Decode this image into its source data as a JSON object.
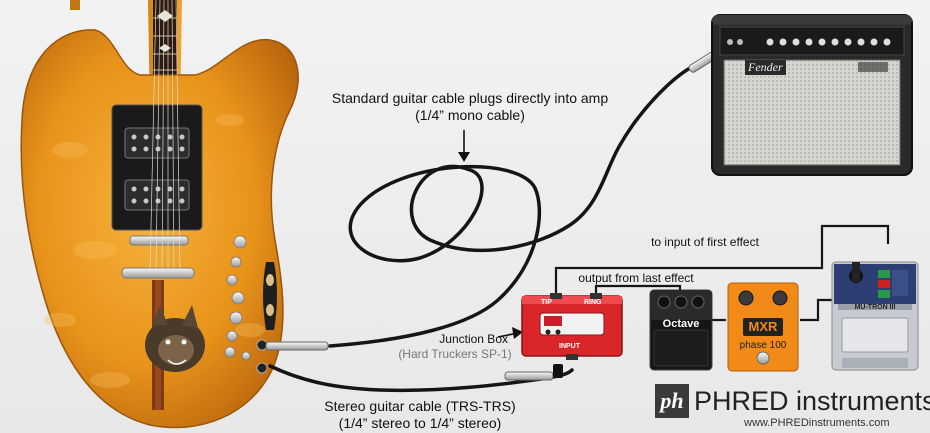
{
  "labels": {
    "amp_cable_line1": "Standard guitar cable plugs directly into amp",
    "amp_cable_line2": "(1/4” mono cable)",
    "to_input": "to input of first effect",
    "output_from": "output from last effect",
    "junction_box": "Junction Box",
    "junction_box_model": "(Hard Truckers SP-1)",
    "stereo_line1": "Stereo guitar cable (TRS-TRS)",
    "stereo_line2": "(1/4” stereo to 1/4” stereo)"
  },
  "junction_box": {
    "tip": "TIP",
    "ring": "RING",
    "input": "INPUT"
  },
  "pedals": {
    "octave": "Octave",
    "mxr_brand": "MXR",
    "mxr_model": "phase 100",
    "mutron": "MU-TRON III"
  },
  "amp": {
    "brand": "Fender"
  },
  "logo": {
    "mark": "ph",
    "name": "PHRED instruments",
    "url": "www.PHREDinstruments.com"
  },
  "colors": {
    "guitar_body": "#e8931a",
    "junction_red": "#d8262a",
    "mxr_orange": "#f28a1a",
    "amp_black": "#2a2a2a"
  }
}
